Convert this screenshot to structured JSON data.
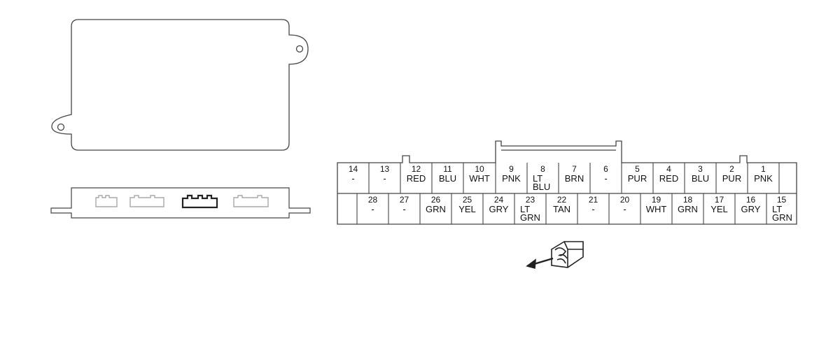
{
  "connector": {
    "top_row": [
      {
        "pin": "14",
        "color": "-"
      },
      {
        "pin": "13",
        "color": "-"
      },
      {
        "pin": "12",
        "color": "RED"
      },
      {
        "pin": "11",
        "color": "BLU"
      },
      {
        "pin": "10",
        "color": "WHT"
      },
      {
        "pin": "9",
        "color": "PNK"
      },
      {
        "pin": "8",
        "color": "LT BLU"
      },
      {
        "pin": "7",
        "color": "BRN"
      },
      {
        "pin": "6",
        "color": "-"
      },
      {
        "pin": "5",
        "color": "PUR"
      },
      {
        "pin": "4",
        "color": "RED"
      },
      {
        "pin": "3",
        "color": "BLU"
      },
      {
        "pin": "2",
        "color": "PUR"
      },
      {
        "pin": "1",
        "color": "PNK"
      }
    ],
    "bottom_row": [
      {
        "pin": "28",
        "color": "-"
      },
      {
        "pin": "27",
        "color": "-"
      },
      {
        "pin": "26",
        "color": "GRN"
      },
      {
        "pin": "25",
        "color": "YEL"
      },
      {
        "pin": "24",
        "color": "GRY"
      },
      {
        "pin": "23",
        "color": "LT GRN"
      },
      {
        "pin": "22",
        "color": "TAN"
      },
      {
        "pin": "21",
        "color": "-"
      },
      {
        "pin": "20",
        "color": "-"
      },
      {
        "pin": "19",
        "color": "WHT"
      },
      {
        "pin": "18",
        "color": "GRN"
      },
      {
        "pin": "17",
        "color": "YEL"
      },
      {
        "pin": "16",
        "color": "GRY"
      },
      {
        "pin": "15",
        "color": "LT GRN"
      }
    ]
  },
  "icons": {
    "view_direction": "hand-pointing-connector-icon"
  }
}
